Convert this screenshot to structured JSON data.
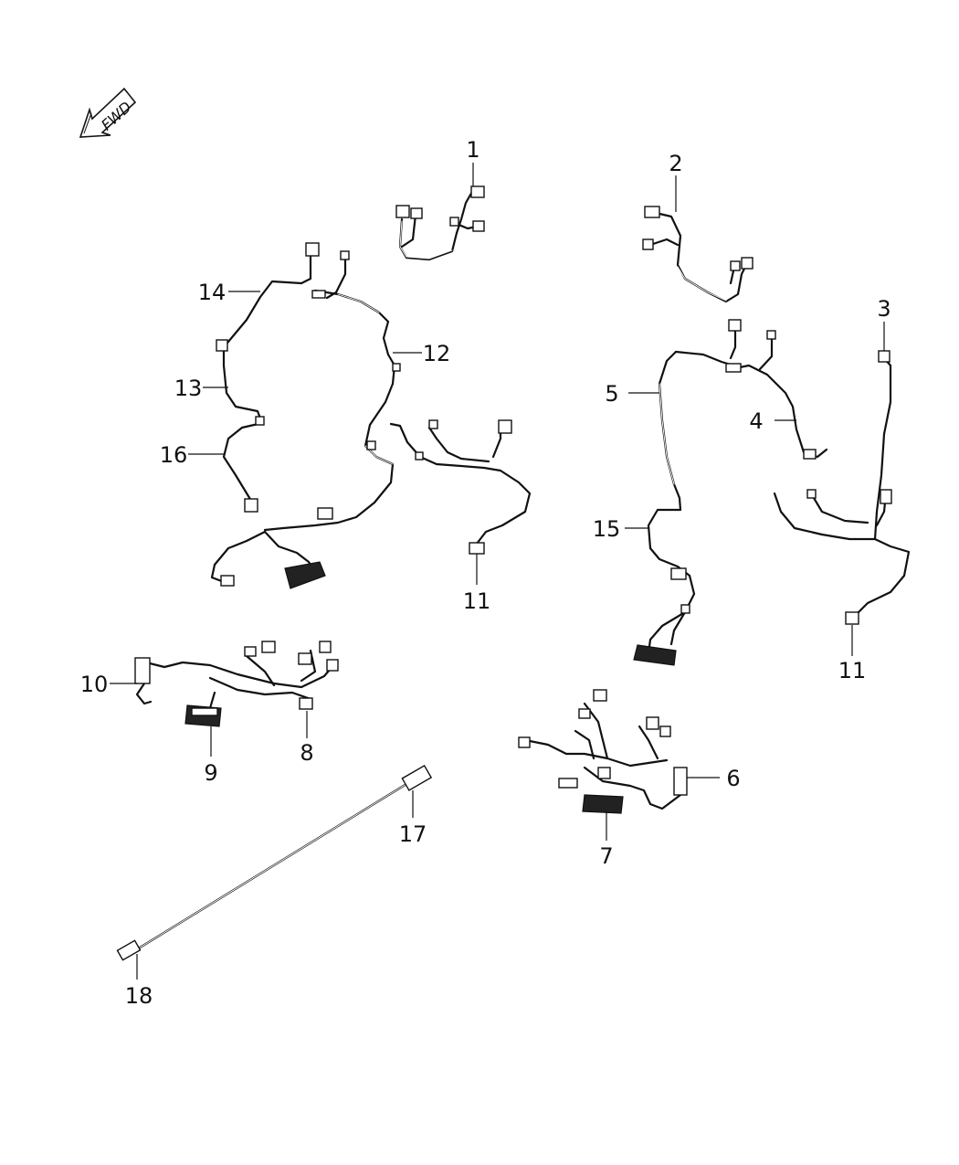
{
  "diagram": {
    "fwd_label": "FWD",
    "callouts": [
      {
        "id": "c1",
        "label": "1"
      },
      {
        "id": "c2",
        "label": "2"
      },
      {
        "id": "c3",
        "label": "3"
      },
      {
        "id": "c4",
        "label": "4"
      },
      {
        "id": "c5",
        "label": "5"
      },
      {
        "id": "c6",
        "label": "6"
      },
      {
        "id": "c7",
        "label": "7"
      },
      {
        "id": "c8",
        "label": "8"
      },
      {
        "id": "c9",
        "label": "9"
      },
      {
        "id": "c10",
        "label": "10"
      },
      {
        "id": "c11a",
        "label": "11"
      },
      {
        "id": "c11b",
        "label": "11"
      },
      {
        "id": "c12",
        "label": "12"
      },
      {
        "id": "c13",
        "label": "13"
      },
      {
        "id": "c14",
        "label": "14"
      },
      {
        "id": "c15",
        "label": "15"
      },
      {
        "id": "c16",
        "label": "16"
      },
      {
        "id": "c17",
        "label": "17"
      },
      {
        "id": "c18",
        "label": "18"
      }
    ]
  }
}
